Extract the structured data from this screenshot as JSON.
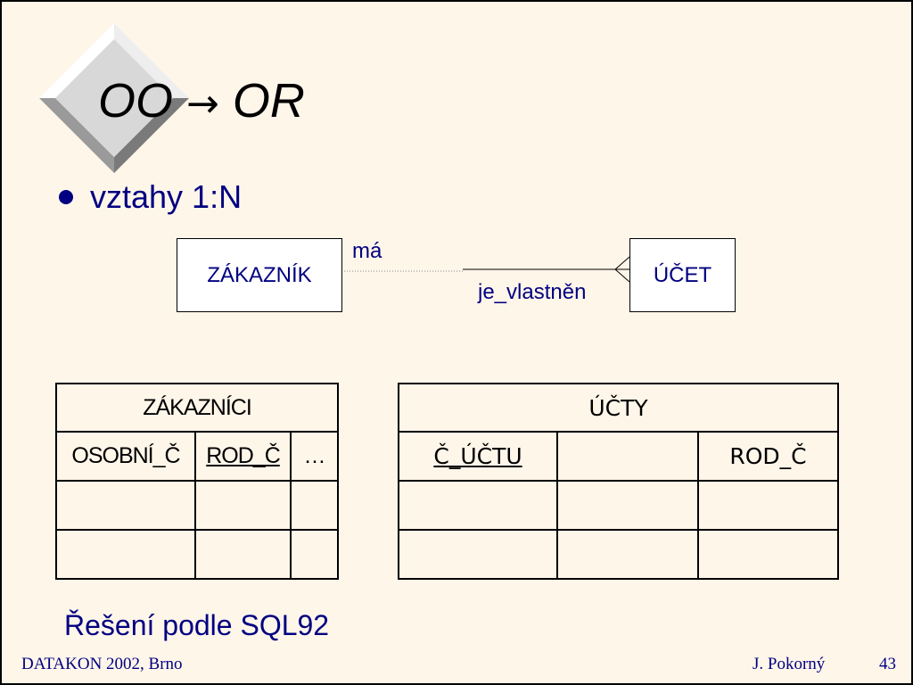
{
  "slide": {
    "title_left": "OO",
    "title_arrow": "→",
    "title_right": "OR",
    "bullet": "vztahy 1:N",
    "solution": "Řešení podle SQL92"
  },
  "er_diagram": {
    "entity_left": "ZÁKAZNÍK",
    "entity_right": "ÚČET",
    "relation_forward": "má",
    "relation_backward": "je_vlastněn"
  },
  "table_customers": {
    "title": "ZÁKAZNÍCI",
    "columns": [
      "OSOBNÍ_Č",
      "ROD_Č",
      "…"
    ]
  },
  "table_accounts": {
    "title": "ÚČTY",
    "columns": [
      "Č_ÚČTU",
      "",
      "ROD_Č"
    ]
  },
  "footer": {
    "left": "DATAKON 2002, Brno",
    "author": "J. Pokorný",
    "page": "43"
  },
  "colors": {
    "background": "#fff6ea",
    "text_blue": "#000080",
    "diamond_face": "#d8d8d8"
  }
}
